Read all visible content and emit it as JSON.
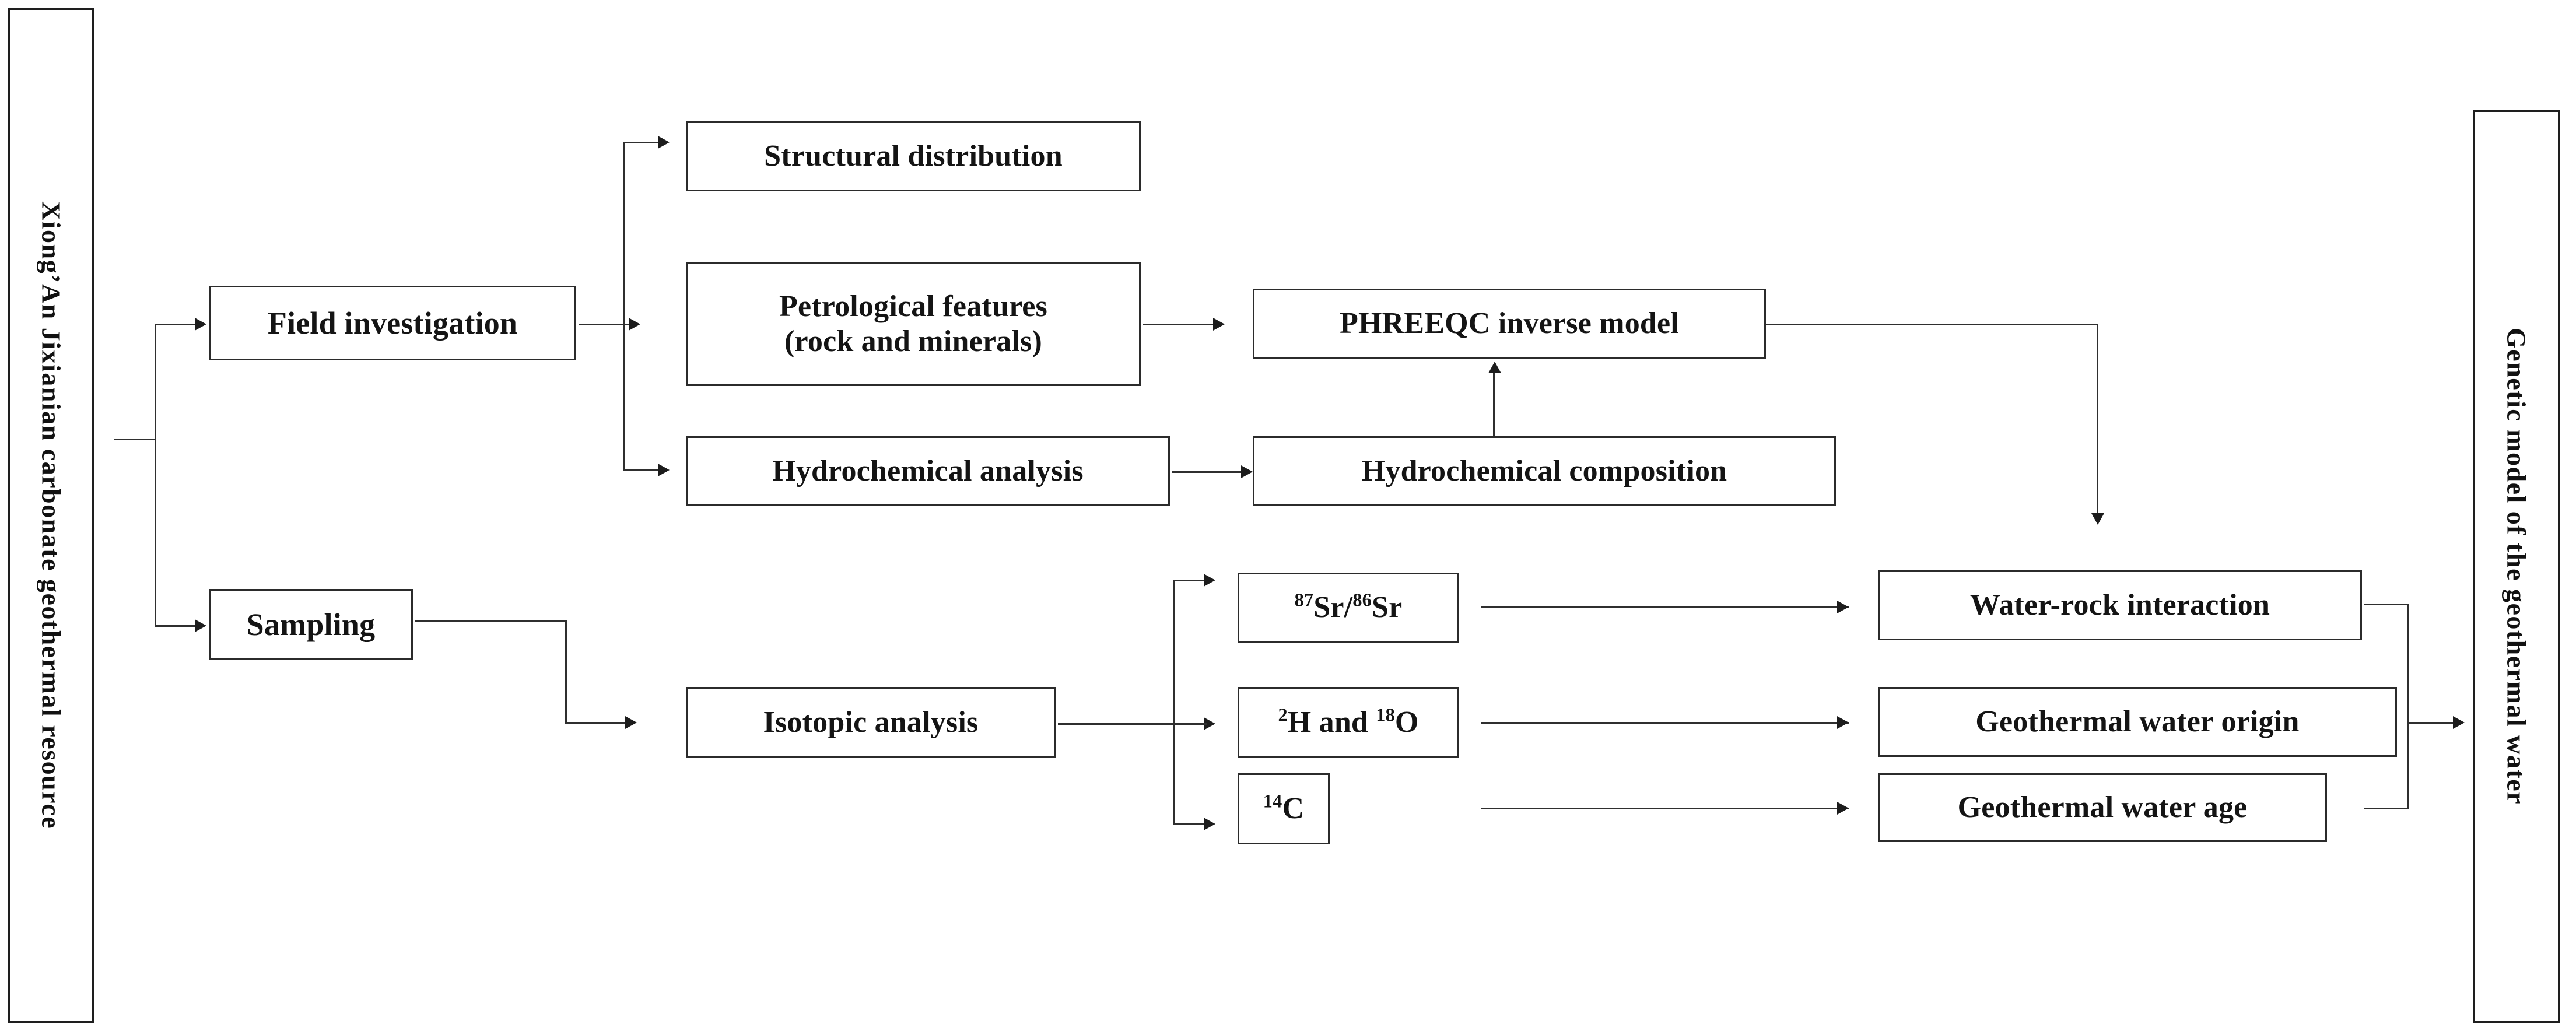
{
  "diagram": {
    "title_left": "Xiong’An Jixianian carbonate geothermal resource",
    "title_right": "Genetic model of the geothermal water",
    "line_color": "#2f2f2f",
    "box_border_color": "#2b2b2b",
    "background": "#ffffff"
  },
  "nodes": {
    "field_investigation": "Field investigation",
    "sampling": "Sampling",
    "structural_distribution": "Structural distribution",
    "petrological_features_line1": "Petrological features",
    "petrological_features_line2": "(rock and minerals)",
    "hydrochemical_analysis": "Hydrochemical analysis",
    "phreeqc_inverse_model": "PHREEQC inverse model",
    "hydrochemical_composition": "Hydrochemical composition",
    "isotopic_analysis": "Isotopic analysis",
    "sr_isotope_sup1": "87",
    "sr_isotope_mid": "Sr/",
    "sr_isotope_sup2": "86",
    "sr_isotope_end": "Sr",
    "h_o_isotope_sup1": "2",
    "h_o_isotope_mid": "H and ",
    "h_o_isotope_sup2": "18",
    "h_o_isotope_end": "O",
    "c_isotope_sup": "14",
    "c_isotope_end": "C",
    "water_rock_interaction": "Water-rock interaction",
    "geothermal_water_origin": "Geothermal water origin",
    "geothermal_water_age": "Geothermal water age"
  },
  "edges": {
    "root_to_field": "root branches to Field investigation",
    "root_to_sampling": "root branches to Sampling",
    "field_to_structural": "Field investigation to Structural distribution",
    "field_to_petrological": "Field investigation to Petrological features",
    "field_to_hydrochem": "Field investigation to Hydrochemical analysis",
    "petrological_to_phreeqc": "Petrological features to PHREEQC inverse model",
    "hydrochem_to_composition": "Hydrochemical analysis to Hydrochemical composition",
    "composition_to_phreeqc": "Hydrochemical composition up to PHREEQC inverse model",
    "phreeqc_to_waterrock": "PHREEQC inverse model down to Water-rock interaction",
    "sampling_to_isotopic": "Sampling to Isotopic analysis",
    "isotopic_to_sr": "Isotopic analysis to 87Sr/86Sr",
    "isotopic_to_ho": "Isotopic analysis to 2H and 18O",
    "isotopic_to_c": "Isotopic analysis to 14C",
    "sr_to_waterrock": "87Sr/86Sr to Water-rock interaction",
    "ho_to_origin": "2H and 18O to Geothermal water origin",
    "c_to_age": "14C to Geothermal water age",
    "results_to_genetic_model": "Results merge into Genetic model of the geothermal water"
  }
}
